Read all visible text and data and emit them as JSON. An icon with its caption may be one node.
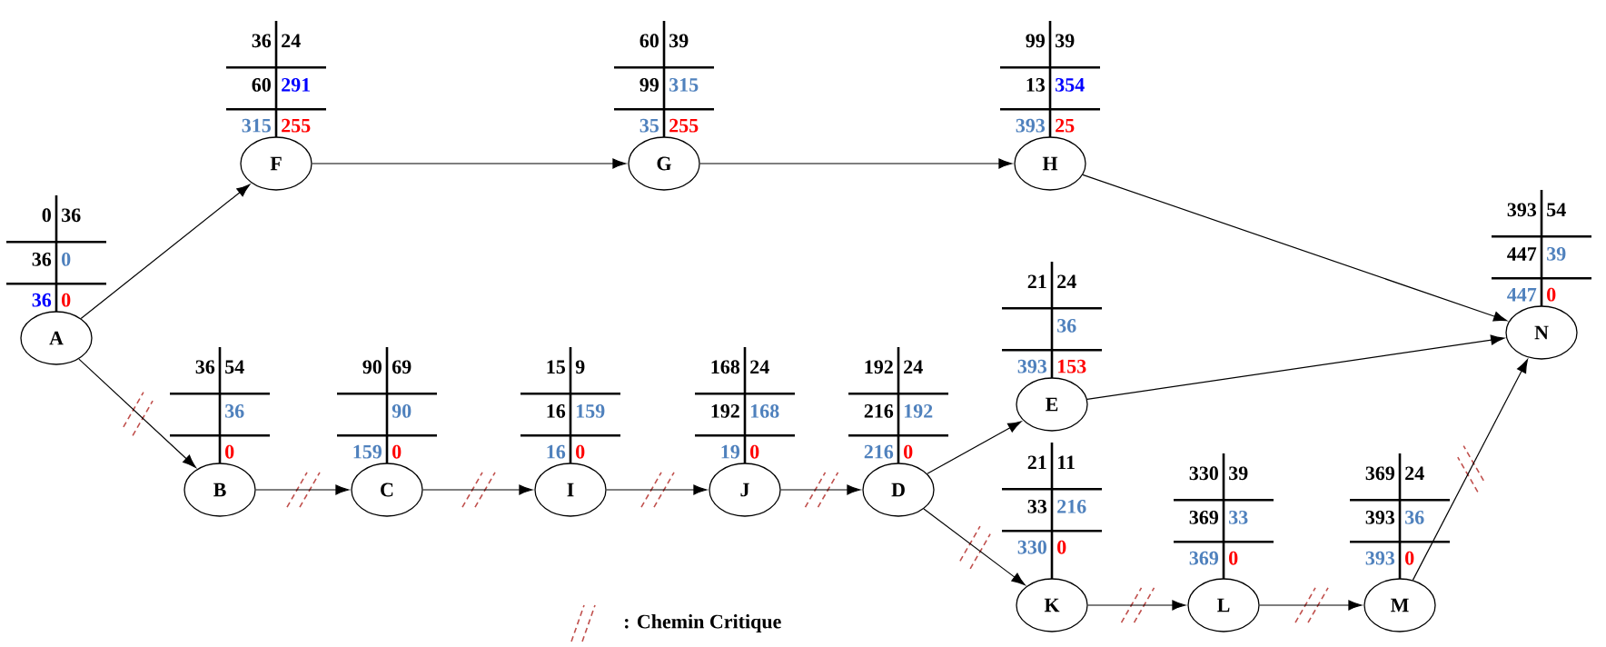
{
  "diagram": {
    "nodes": [
      {
        "text": [
          "A"
        ],
        "beside": [
          "0",
          "36",
          "36",
          "0",
          "36",
          "0"
        ]
      },
      {
        "text": [
          "F"
        ],
        "beside": [
          "36",
          "24",
          "60",
          "291",
          "315",
          "255"
        ]
      },
      {
        "text": [
          "G"
        ],
        "beside": [
          "60",
          "39",
          "99",
          "315",
          "35",
          "255"
        ]
      },
      {
        "text": [
          "H"
        ],
        "beside": [
          "99",
          "39",
          "13",
          "354",
          "393",
          "25"
        ]
      },
      {
        "text": [
          "N"
        ],
        "beside": [
          "393",
          "54",
          "447",
          "39",
          "447",
          "0"
        ]
      },
      {
        "text": [
          "E"
        ],
        "beside": [
          "21",
          "24",
          "36",
          "393",
          "153"
        ]
      },
      {
        "text": [
          "B"
        ],
        "beside": [
          "36",
          "54",
          "36",
          "0"
        ]
      },
      {
        "text": [
          "C"
        ],
        "beside": [
          "90",
          "69",
          "90",
          "159",
          "0"
        ]
      },
      {
        "text": [
          "I"
        ],
        "beside": [
          "15",
          "9",
          "16",
          "159",
          "16",
          "0"
        ]
      },
      {
        "text": [
          "J"
        ],
        "beside": [
          "168",
          "24",
          "192",
          "168",
          "19",
          "0"
        ]
      },
      {
        "text": [
          "D"
        ],
        "beside": [
          "192",
          "24",
          "216",
          "192",
          "216",
          "0"
        ]
      },
      {
        "text": [
          "K"
        ],
        "beside": [
          "21",
          "11",
          "33",
          "216",
          "330",
          "0"
        ]
      },
      {
        "text": [
          "L"
        ],
        "beside": [
          "330",
          "39",
          "369",
          "33",
          "369",
          "0"
        ]
      },
      {
        "text": [
          "M"
        ],
        "beside": [
          "369",
          "24",
          "393",
          "36",
          "393",
          "0"
        ]
      }
    ],
    "edges": [
      {
        "from": 0,
        "to": 1,
        "arrow": "to"
      },
      {
        "from": 1,
        "to": 2,
        "arrow": "to"
      },
      {
        "from": 2,
        "to": 3,
        "arrow": "to"
      },
      {
        "from": 3,
        "to": 4,
        "arrow": "to"
      },
      {
        "from": 0,
        "to": 6,
        "arrow": "to"
      },
      {
        "from": 6,
        "to": 7,
        "arrow": "to"
      },
      {
        "from": 7,
        "to": 8,
        "arrow": "to"
      },
      {
        "from": 8,
        "to": 9,
        "arrow": "to"
      },
      {
        "from": 9,
        "to": 10,
        "arrow": "to"
      },
      {
        "from": 10,
        "to": 5,
        "arrow": "to"
      },
      {
        "from": 5,
        "to": 4,
        "arrow": "to"
      },
      {
        "from": 10,
        "to": 11,
        "arrow": "to"
      },
      {
        "from": 11,
        "to": 12,
        "arrow": "to"
      },
      {
        "from": 12,
        "to": 13,
        "arrow": "to"
      },
      {
        "from": 13,
        "to": 4,
        "arrow": "to"
      }
    ],
    "legend": [
      {
        "text": ": Chemin Critique"
      }
    ]
  }
}
